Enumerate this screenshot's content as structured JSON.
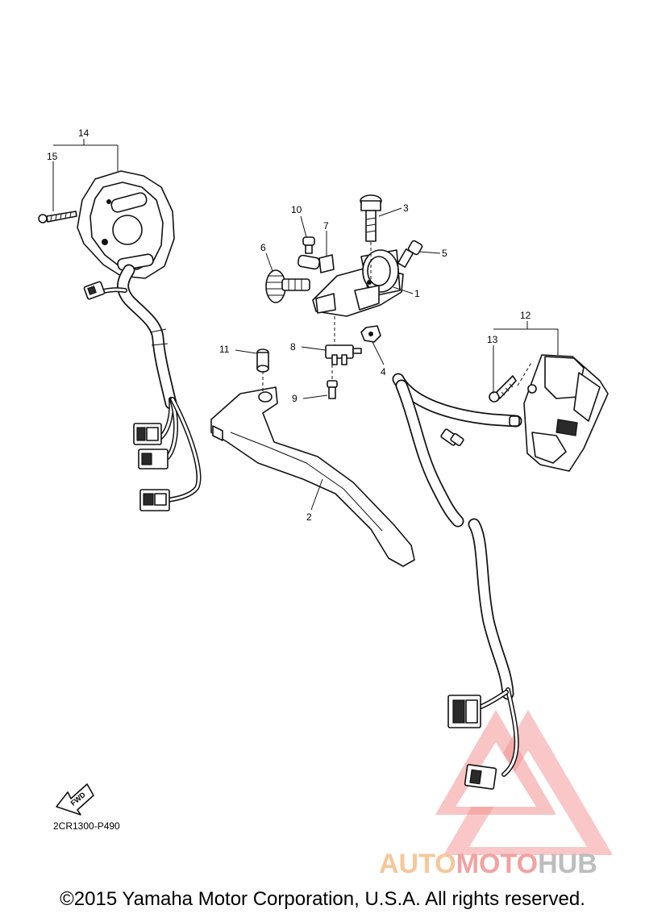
{
  "callouts": {
    "c1": "1",
    "c2": "2",
    "c3": "3",
    "c4": "4",
    "c5": "5",
    "c6": "6",
    "c7": "7",
    "c8": "8",
    "c9": "9",
    "c10": "10",
    "c11": "11",
    "c12": "12",
    "c13": "13",
    "c14": "14",
    "c15": "15"
  },
  "fwd_label": "FWD",
  "diagram_code": "2CR1300-P490",
  "copyright": "©2015 Yamaha Motor Corporation, U.S.A. All rights reserved.",
  "watermark": {
    "part1": "AUTO",
    "part2": "MOTO",
    "part3": "HUB",
    "colors": {
      "auto": "#f6c79a",
      "moto": "#f2a2a2",
      "hub": "#bdbdbd",
      "triangle": "#f08080"
    }
  }
}
